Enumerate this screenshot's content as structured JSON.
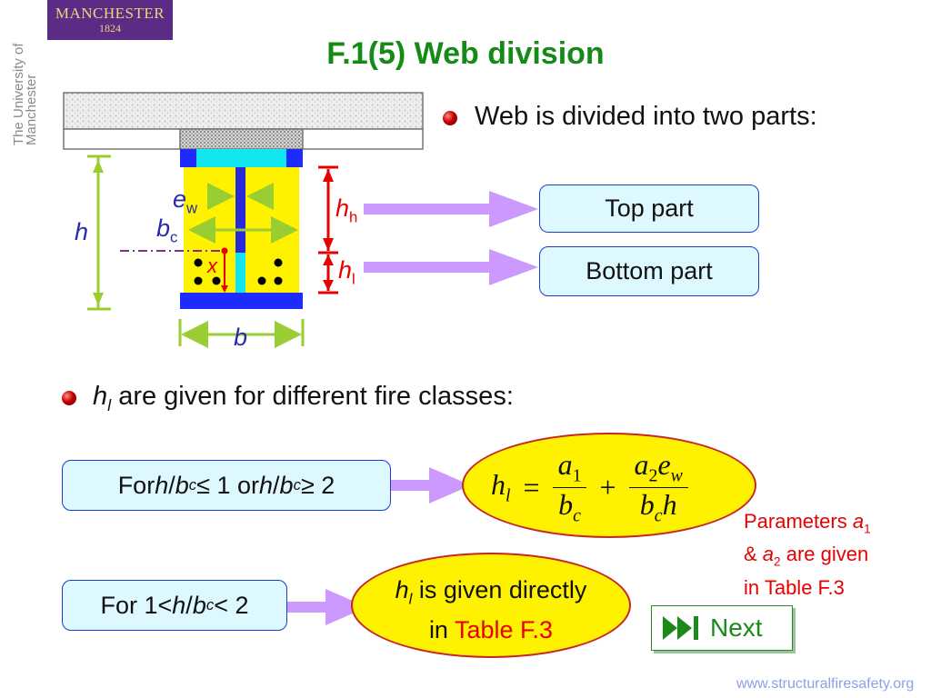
{
  "logo": {
    "name": "MANCHESTER",
    "year": "1824"
  },
  "university_text": "The University of Manchester",
  "title": "F.1(5) Web division",
  "bullets": [
    {
      "text": "Web is divided into two parts:"
    },
    {
      "var": "h",
      "var_sub": "l",
      "text": " are given for different fire classes:"
    }
  ],
  "parts": {
    "top": "Top part",
    "bottom": "Bottom part"
  },
  "diagram": {
    "ew": "e",
    "ew_sub": "w",
    "bc": "b",
    "bc_sub": "c",
    "h": "h",
    "hh": "h",
    "hh_sub": "h",
    "hl": "h",
    "hl_sub": "l",
    "x": "x",
    "b": "b"
  },
  "conditions": {
    "first": {
      "pre": "For ",
      "v1": "h",
      "sl1": "/",
      "v2": "b",
      "s2": "c",
      "mid": " ≤ 1 or ",
      "v3": "h",
      "sl2": "/",
      "v4": "b",
      "s4": "c",
      "post": " ≥ 2"
    },
    "second": {
      "pre": "For 1< ",
      "v1": "h",
      "sl1": "/",
      "v2": "b",
      "s2": "c",
      "post": " < 2"
    }
  },
  "formula": {
    "lhs": "h",
    "lhs_sub": "l",
    "eq": "=",
    "plus": "+",
    "n1": "a",
    "n1_sub": "1",
    "d1": "b",
    "d1_sub": "c",
    "n2a": "a",
    "n2a_sub": "2",
    "n2b": "e",
    "n2b_sub": "w",
    "d2a": "b",
    "d2a_sub": "c",
    "d2b": "h"
  },
  "direct": {
    "var": "h",
    "var_sub": "l",
    "text1": " is given directly",
    "text2": "in ",
    "link": "Table F.3"
  },
  "note": {
    "line1": "Parameters ",
    "a1": "a",
    "a1_sub": "1",
    "line2": "& ",
    "a2": "a",
    "a2_sub": "2",
    "line2b": " are given",
    "line3": "in Table F.3"
  },
  "next_button": {
    "label": "Next",
    "icon": "skip-forward-icon"
  },
  "website": "www.structuralfiresafety.org",
  "colors": {
    "title": "#168a16",
    "box_fill": "#ddf9ff",
    "ellipse_fill": "#fff200",
    "arrow": "#cc99ff",
    "accent_red": "#e60000"
  }
}
